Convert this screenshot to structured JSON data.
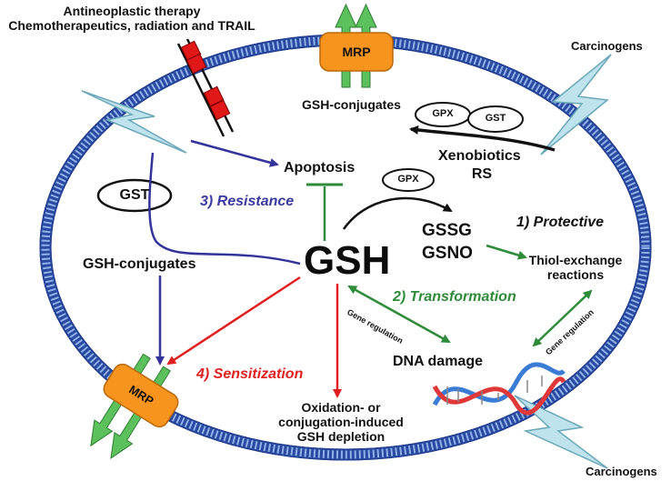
{
  "labels": {
    "therapy_line1": "Antineoplastic therapy",
    "therapy_line2": "Chemotherapeutics, radiation and TRAIL",
    "carcinogens_top": "Carcinogens",
    "carcinogens_bottom": "Carcinogens",
    "mrp_top": "MRP",
    "mrp_bottom": "MRP",
    "gsh_conjugates_top": "GSH-conjugates",
    "gpx_top": "GPX",
    "gst_top": "GST",
    "xenobiotics": "Xenobiotics",
    "rs": "RS",
    "apoptosis": "Apoptosis",
    "gpx_center": "GPX",
    "gst_left": "GST",
    "resistance": "3) Resistance",
    "gsh": "GSH",
    "gssg": "GSSG",
    "gsno": "GSNO",
    "protective": "1) Protective",
    "thiol_line1": "Thiol-exchange",
    "thiol_line2": "reactions",
    "gsh_conjugates_left": "GSH-conjugates",
    "transformation": "2) Transformation",
    "gene_regulation_left": "Gene regulation",
    "gene_regulation_right": "Gene regulation",
    "dna_damage": "DNA damage",
    "sensitization": "4) Sensitization",
    "depletion_line1": "Oxidation- or",
    "depletion_line2": "conjugation-induced",
    "depletion_line3": "GSH depletion"
  },
  "colors": {
    "membrane": "#3b5fb3",
    "membrane_dark": "#1f3b8a",
    "resistance": "#3a3aa0",
    "protective": "#2e8b3a",
    "sensitization": "#e02020",
    "mrp_fill": "#f7941d",
    "arrow_green": "#5cc05c",
    "lightning_fill": "#bfe3ec",
    "receptor_red": "#e01818",
    "dna_blue": "#3a7bd5",
    "dna_red": "#e03838"
  }
}
